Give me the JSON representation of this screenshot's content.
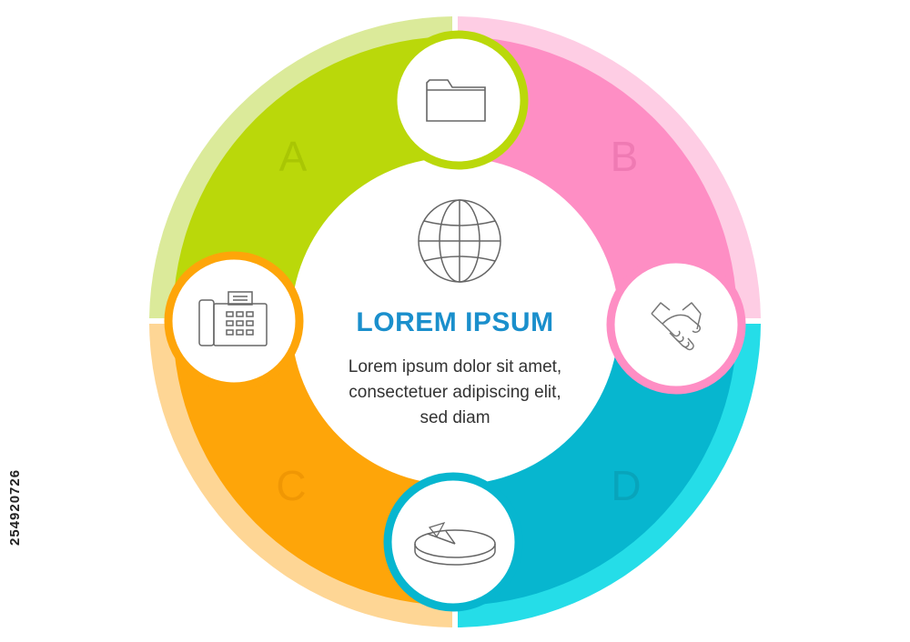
{
  "segments": [
    {
      "letter": "A",
      "color": "#bad80a",
      "light": "#dbea9a"
    },
    {
      "letter": "B",
      "color": "#fe8ec4",
      "light": "#fecde4"
    },
    {
      "letter": "C",
      "color": "#fea509",
      "light": "#fed695"
    },
    {
      "letter": "D",
      "color": "#07b6cf",
      "light": "#25dde8"
    }
  ],
  "center": {
    "title": "LOREM IPSUM",
    "line1": "Lorem ipsum dolor sit amet,",
    "line2": "consectetuer adipiscing elit,",
    "line3": "sed diam"
  },
  "icons": {
    "top": "folder-icon",
    "right": "handshake-icon",
    "left": "fax-phone-icon",
    "bottom": "pie-chart-icon",
    "center": "globe-icon"
  },
  "side_id": "254920726"
}
